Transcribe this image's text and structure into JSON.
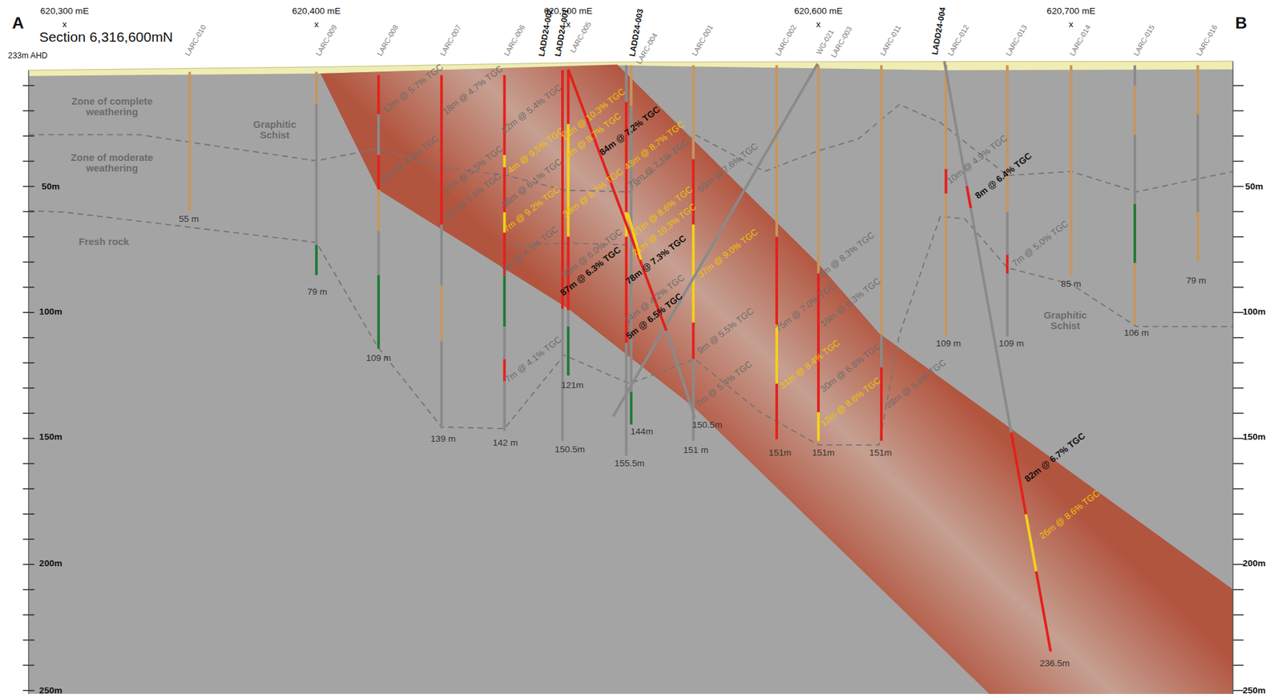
{
  "diagram": {
    "title": "Section 6,316,600mN",
    "labels": [
      "A",
      "B",
      "620,300 mE",
      "x",
      "620,400 mE",
      "x",
      "620,500 mE",
      "x",
      "620,600 mE",
      "x",
      "620,700 mE",
      "x",
      "233m AHD",
      "50m",
      "100m",
      "150m",
      "200m",
      "250m",
      "50m",
      "100m",
      "150m",
      "200m",
      "250m",
      "Zone of complete weathering",
      "Zone of moderate weathering",
      "Fresh rock",
      "Graphitic Schist",
      "Graphitic Schist",
      "LARC-010",
      "LARC-009",
      "LARC-008",
      "LARC-007",
      "LARC-006",
      "LADD24-002",
      "LADD24-001",
      "LARC-005",
      "LADD24-003",
      "LARC-004",
      "LARC-001",
      "LARC-002",
      "WG-021",
      "LARC-003",
      "LARC-011",
      "LADD24-004",
      "LARC-012",
      "LARC-013",
      "LARC-014",
      "LARC-015",
      "LARC-016",
      "55 m",
      "79 m",
      "109 m",
      "139 m",
      "142 m",
      "150.5m",
      "121m",
      "155.5m",
      "144m",
      "151 m",
      "150.5m",
      "151m",
      "151m",
      "151m",
      "109 m",
      "109 m",
      "85 m",
      "106 m",
      "79 m",
      "236.5m",
      "12m @ 5.7% TGC",
      "18m @ 4.7% TGC",
      "11m @ 4.8% TGC",
      "17m @ 5.5% TGC",
      "5m @ 5.1% TGC",
      "22m @ 5.4% TGC",
      "4m @ 9.5% TGC",
      "38m @ 6.1% TGC",
      "7m @ 9.2% TGC",
      "5m @ 4.5% TGC",
      "7m @ 4.1% TGC",
      "13m @ 10.3% TGC",
      "4m @ 8.7% TGC",
      "39m @ 8.7% TGC",
      "90m @ 6.0% TGC",
      "87m @ 6.3% TGC",
      "84m @ 7.2% TGC",
      "43m @ 8.7% TGC",
      "76m @ 7.1% TGC",
      "21m @ 8.6% TGC",
      "21m @ 10.3% TGC",
      "78m @ 7.3% TGC",
      "14m @ 4.2% TGC",
      "5m @ 6.5% TGC",
      "69m @ 7.6% TGC",
      "37m @ 9.0% TGC",
      "9m @ 5.5% TGC",
      "7m @ 5.4% TGC",
      "2m @ 8.3% TGC",
      "75m @ 7.0% TGC",
      "16m @ 6.3% TGC",
      "31m @ 8.4% TGC",
      "30m @ 6.8% TGC",
      "12m @ 8.6% TGC",
      "28m @ 5.0% TGC",
      "10m @ 4.9% TGC",
      "8m @ 6.4% TGC",
      "7m @ 5.0% TGC",
      "82m @ 6.7% TGC",
      "26m @ 8.6% TGC"
    ]
  }
}
